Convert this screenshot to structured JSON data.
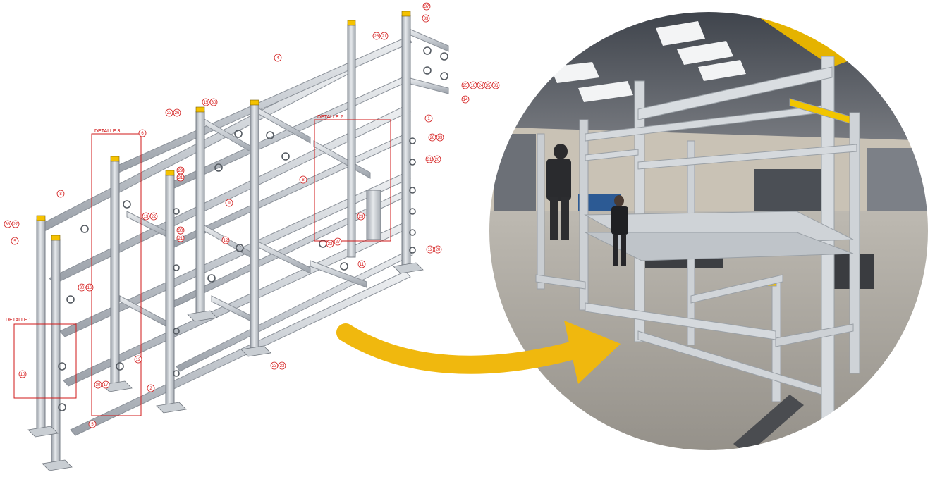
{
  "colors": {
    "callout_red": "#d11a1a",
    "steel_light": "#d9dde2",
    "steel_mid": "#b7bdc4",
    "steel_dark": "#8b9199",
    "cap_yellow": "#f5c200",
    "arrow_yellow": "#f0b80e",
    "floor": "#a9a6a0",
    "wall": "#c9c2b5"
  },
  "drawing": {
    "details": [
      {
        "label": "DETALLE 1"
      },
      {
        "label": "DETALLE 3"
      },
      {
        "label": "DETALLE 2"
      }
    ],
    "callouts": [
      "37",
      "33",
      "28",
      "21",
      "4",
      "25",
      "18",
      "24",
      "35",
      "36",
      "14",
      "15",
      "30",
      "23",
      "26",
      "1",
      "28",
      "33",
      "31",
      "20",
      "DETALLE 3",
      "6",
      "8",
      "29",
      "21",
      "8",
      "9",
      "13",
      "22",
      "23",
      "33",
      "27",
      "5",
      "30",
      "21",
      "12",
      "22",
      "27",
      "11",
      "12",
      "20",
      "30",
      "16",
      "12",
      "10",
      "30",
      "17",
      "2",
      "23",
      "23",
      "5"
    ]
  },
  "photo": {
    "description_icon": "workshop-photo",
    "arrow_icon": "curved-arrow-icon"
  }
}
